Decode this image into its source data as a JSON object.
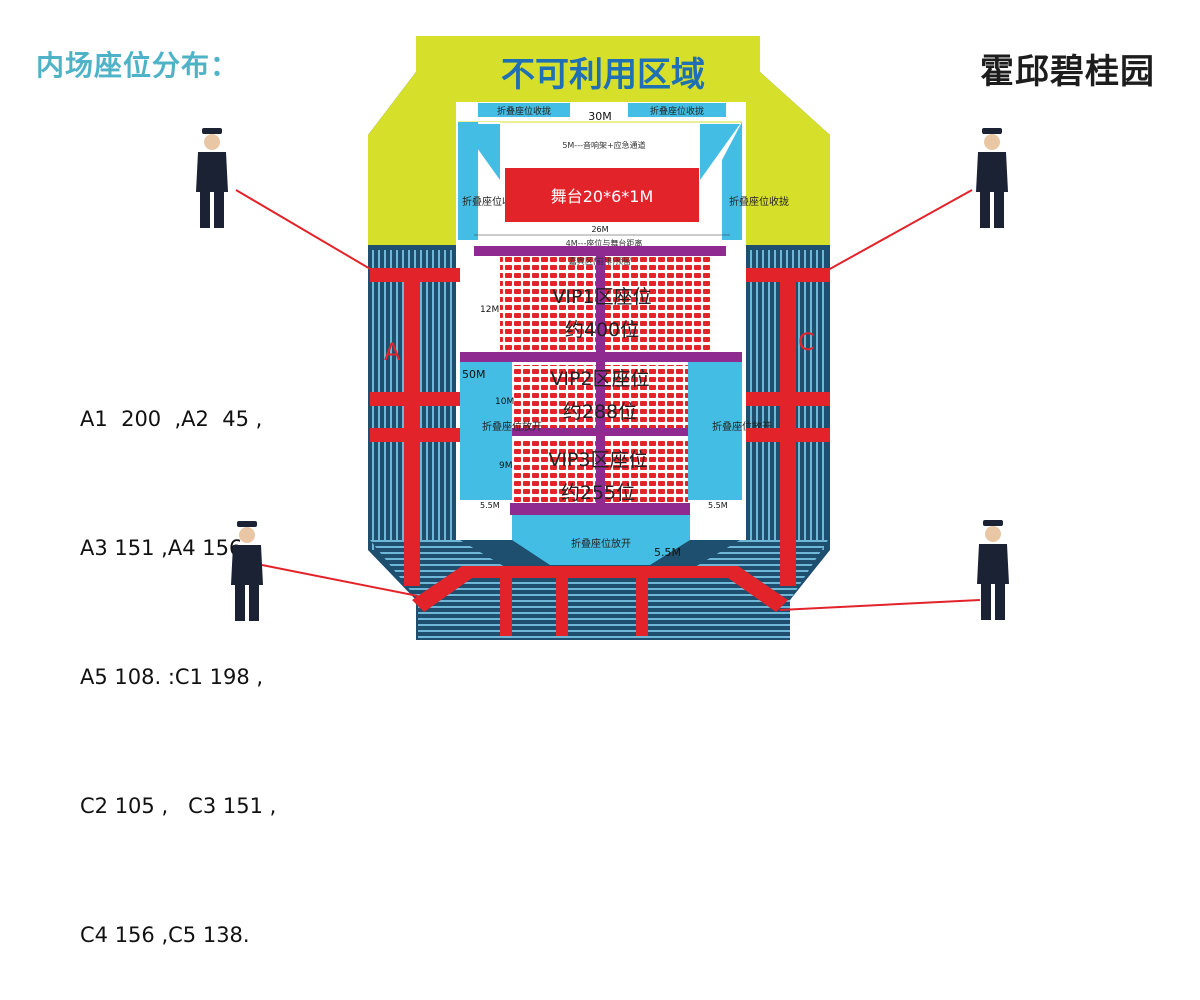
{
  "page": {
    "title": "内场座位分布：",
    "logo_text": "霍邱碧桂园"
  },
  "seat_counts": [
    "A1  200  ,A2  45 ,",
    "A3 151 ,A4 156 ,",
    "A5 108. :C1 198 ,",
    "C2 105 ,   C3 151 ,",
    "C4 156 ,C5 138."
  ],
  "venue": {
    "unusable_area": "不可利用区域",
    "folding_retract_left": "折叠座位收拢",
    "folding_retract_right": "折叠座位收拢",
    "width_30m": "30M",
    "top_note": "5M---音响架+应急通道",
    "stage": "舞台20*6*1M",
    "side_retract_left": "折叠座位收拢",
    "side_retract_right": "折叠座位收拢",
    "width_26m": "26M",
    "stage_gap": "4M---座位与舞台距离",
    "front_row_note": "嘉宾区(前排)预留",
    "zone_vip1_name": "VIP1区座位",
    "zone_vip1_count": "约400位",
    "zone_vip2_name": "VIP2区座位",
    "zone_vip2_count": "约288位",
    "zone_vip3_name": "VIP3区座位",
    "zone_vip3_count": "约255位",
    "dim_12m": "12M",
    "dim_50m": "50M",
    "dim_10m": "10M",
    "dim_9m": "9M",
    "dim_5_5m_left": "5.5M",
    "dim_5_5m_right": "5.5M",
    "dim_5_5m_bottom": "5.5M",
    "side_open_left": "折叠座位放开",
    "side_open_right": "折叠座位放开",
    "bottom_open": "折叠座位放开",
    "block_a": "A",
    "block_c": "C"
  },
  "colors": {
    "title": "#4fb3c7",
    "unusable": "#d6df2a",
    "stage": "#e3232a",
    "seat": "#e3232a",
    "aisle": "#8f2a91",
    "folding": "#43bde3",
    "bleacher": "#1e4f6e",
    "guard_line": "#e3232a"
  },
  "icons": [
    "security-guard-icon"
  ]
}
